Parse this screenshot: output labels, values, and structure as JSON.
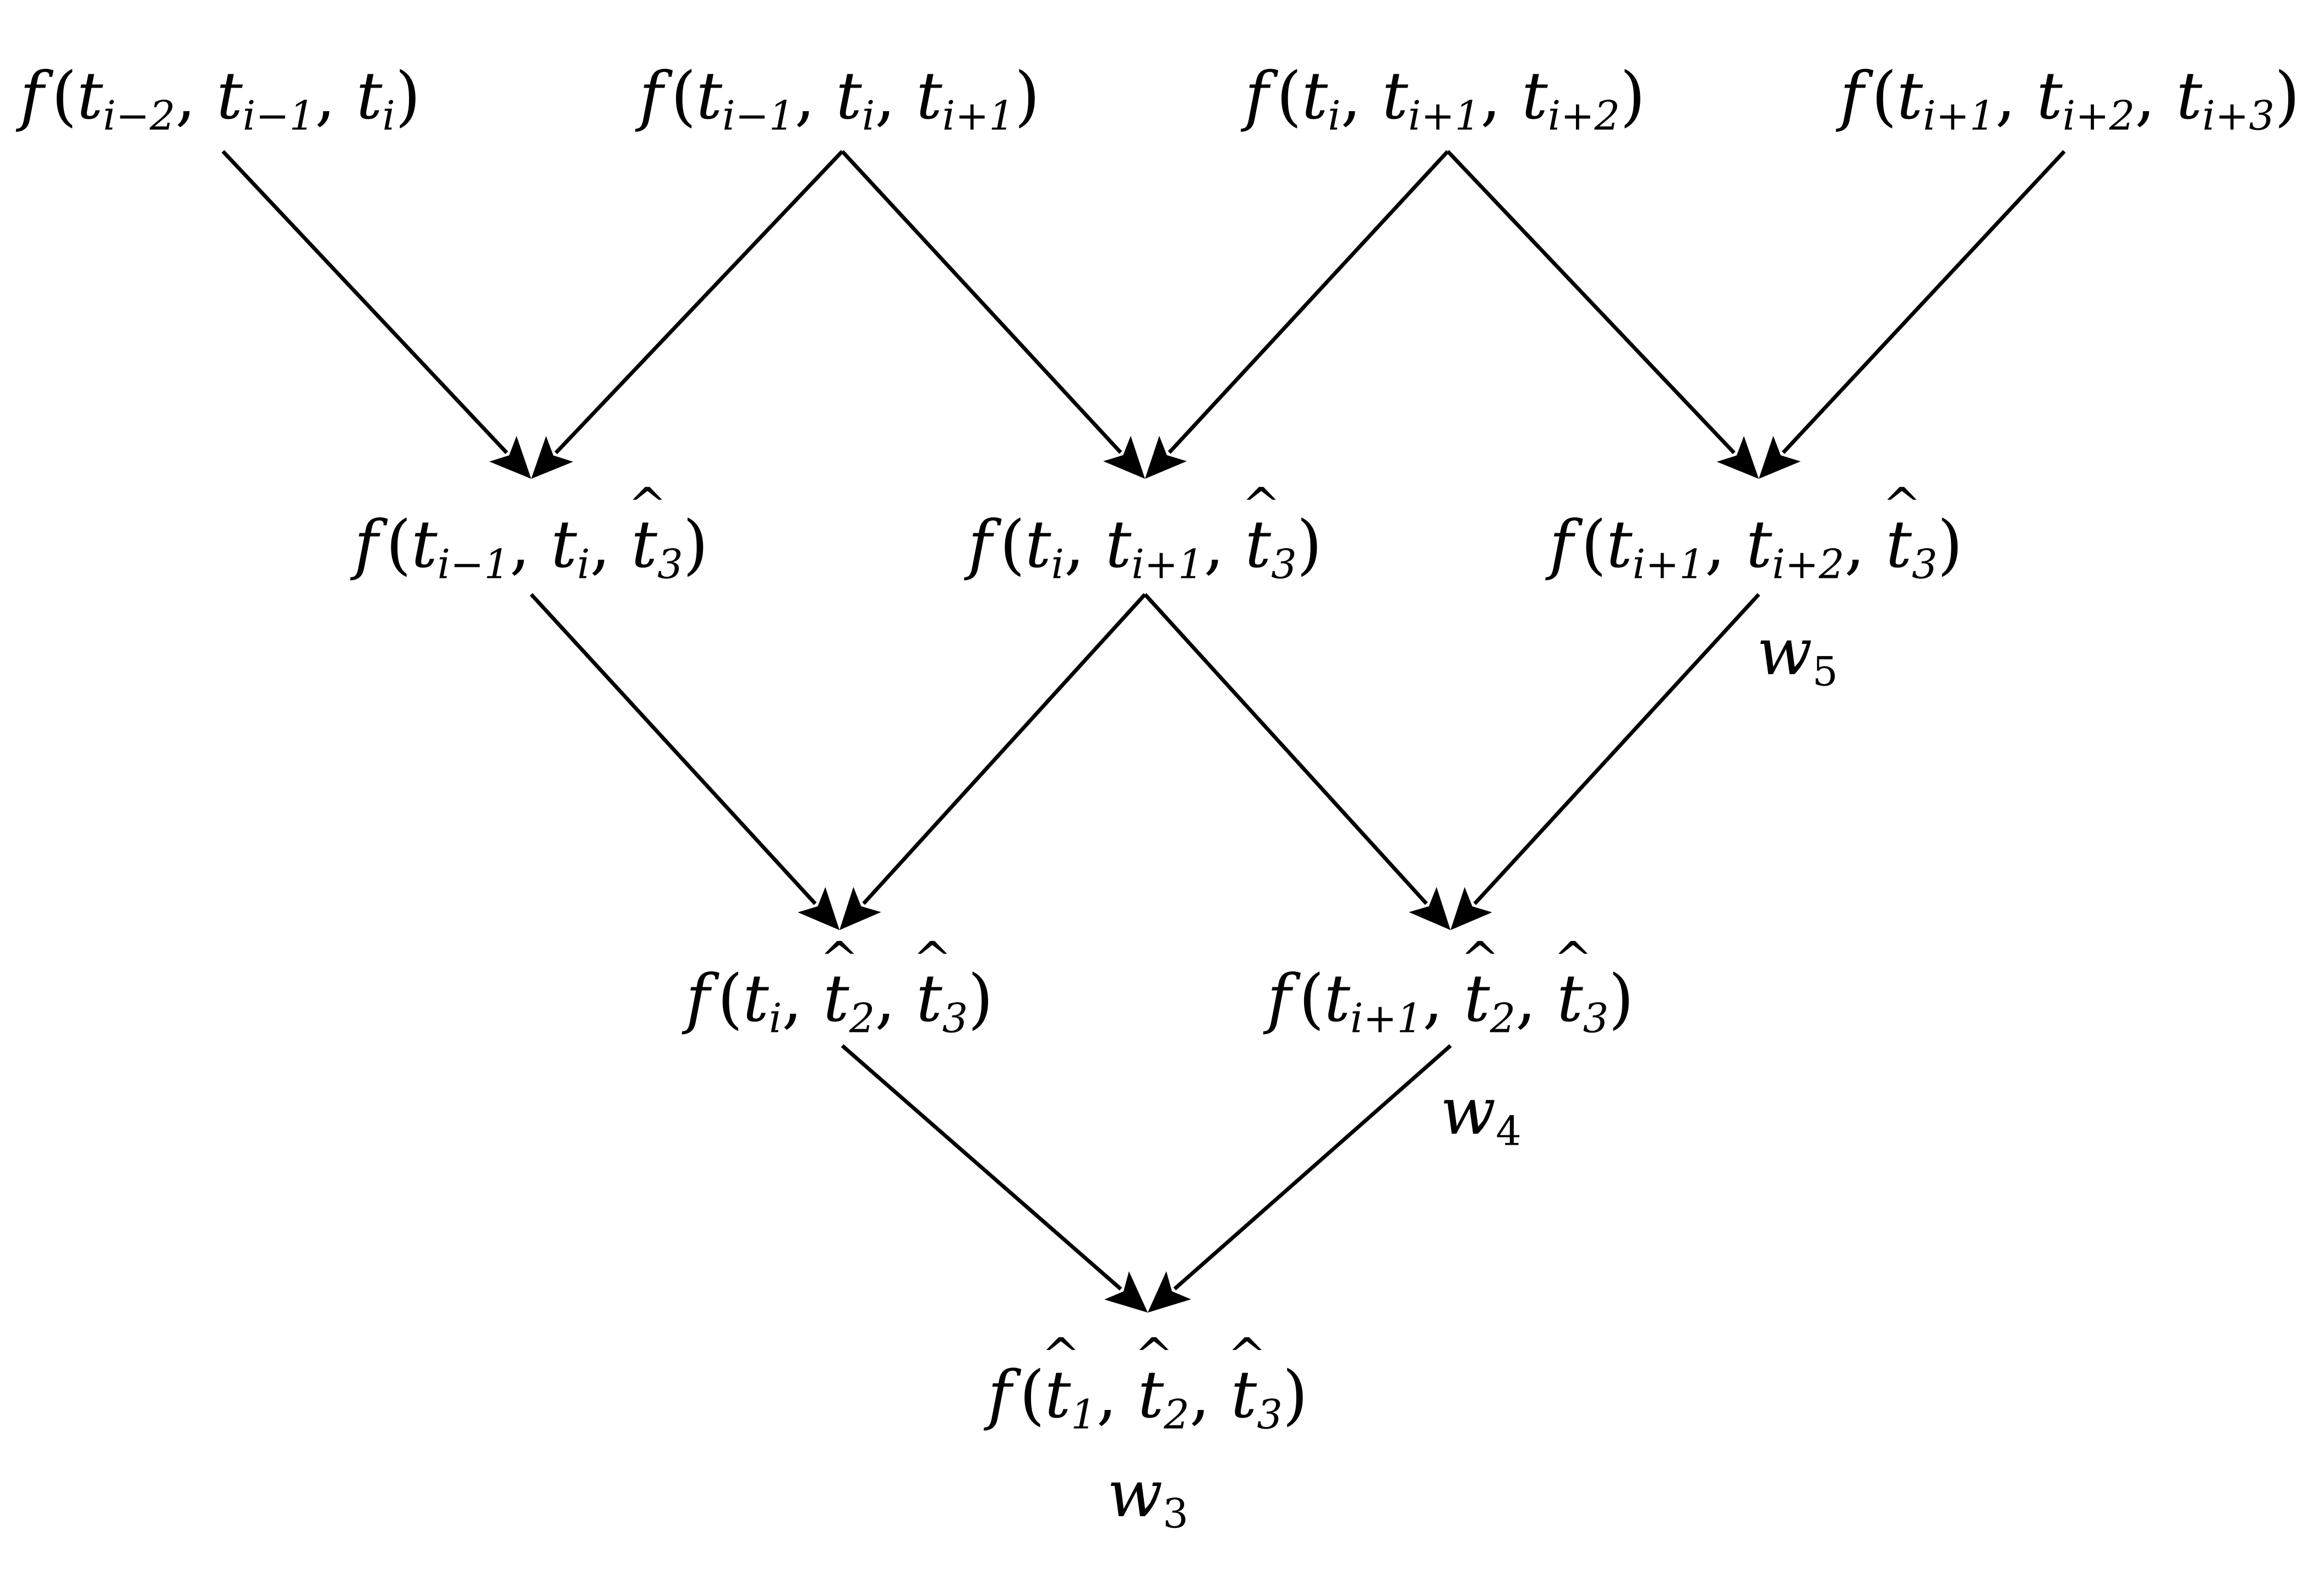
{
  "diagram": {
    "function_symbol": "f",
    "open_paren": "(",
    "close_paren": ")",
    "separator": ", ",
    "nodes": [
      {
        "id": "n1",
        "row": 1,
        "args": [
          {
            "base": "t",
            "sub": "i−2",
            "hat": false
          },
          {
            "base": "t",
            "sub": "i−1",
            "hat": false
          },
          {
            "base": "t",
            "sub": "i",
            "hat": false
          }
        ]
      },
      {
        "id": "n2",
        "row": 1,
        "args": [
          {
            "base": "t",
            "sub": "i−1",
            "hat": false
          },
          {
            "base": "t",
            "sub": "i",
            "hat": false
          },
          {
            "base": "t",
            "sub": "i+1",
            "hat": false
          }
        ]
      },
      {
        "id": "n3",
        "row": 1,
        "args": [
          {
            "base": "t",
            "sub": "i",
            "hat": false
          },
          {
            "base": "t",
            "sub": "i+1",
            "hat": false
          },
          {
            "base": "t",
            "sub": "i+2",
            "hat": false
          }
        ]
      },
      {
        "id": "n4",
        "row": 1,
        "args": [
          {
            "base": "t",
            "sub": "i+1",
            "hat": false
          },
          {
            "base": "t",
            "sub": "i+2",
            "hat": false
          },
          {
            "base": "t",
            "sub": "i+3",
            "hat": false
          }
        ]
      },
      {
        "id": "n5",
        "row": 2,
        "args": [
          {
            "base": "t",
            "sub": "i−1",
            "hat": false
          },
          {
            "base": "t",
            "sub": "i",
            "hat": false
          },
          {
            "base": "t",
            "sub": "3",
            "hat": true
          }
        ]
      },
      {
        "id": "n6",
        "row": 2,
        "args": [
          {
            "base": "t",
            "sub": "i",
            "hat": false
          },
          {
            "base": "t",
            "sub": "i+1",
            "hat": false
          },
          {
            "base": "t",
            "sub": "3",
            "hat": true
          }
        ]
      },
      {
        "id": "n7",
        "row": 2,
        "args": [
          {
            "base": "t",
            "sub": "i+1",
            "hat": false
          },
          {
            "base": "t",
            "sub": "i+2",
            "hat": false
          },
          {
            "base": "t",
            "sub": "3",
            "hat": true
          }
        ],
        "weight": {
          "base": "w",
          "sub": "5"
        }
      },
      {
        "id": "n8",
        "row": 3,
        "args": [
          {
            "base": "t",
            "sub": "i",
            "hat": false
          },
          {
            "base": "t",
            "sub": "2",
            "hat": true
          },
          {
            "base": "t",
            "sub": "3",
            "hat": true
          }
        ]
      },
      {
        "id": "n9",
        "row": 3,
        "args": [
          {
            "base": "t",
            "sub": "i+1",
            "hat": false
          },
          {
            "base": "t",
            "sub": "2",
            "hat": true
          },
          {
            "base": "t",
            "sub": "3",
            "hat": true
          }
        ],
        "weight": {
          "base": "w",
          "sub": "4"
        }
      },
      {
        "id": "n10",
        "row": 4,
        "args": [
          {
            "base": "t",
            "sub": "1",
            "hat": true
          },
          {
            "base": "t",
            "sub": "2",
            "hat": true
          },
          {
            "base": "t",
            "sub": "3",
            "hat": true
          }
        ],
        "weight": {
          "base": "w",
          "sub": "3"
        }
      }
    ],
    "edges": [
      {
        "from": "n1",
        "to": "n5"
      },
      {
        "from": "n2",
        "to": "n5"
      },
      {
        "from": "n2",
        "to": "n6"
      },
      {
        "from": "n3",
        "to": "n6"
      },
      {
        "from": "n3",
        "to": "n7"
      },
      {
        "from": "n4",
        "to": "n7"
      },
      {
        "from": "n5",
        "to": "n8"
      },
      {
        "from": "n6",
        "to": "n8"
      },
      {
        "from": "n6",
        "to": "n9"
      },
      {
        "from": "n7",
        "to": "n9"
      },
      {
        "from": "n8",
        "to": "n10"
      },
      {
        "from": "n9",
        "to": "n10"
      }
    ]
  }
}
